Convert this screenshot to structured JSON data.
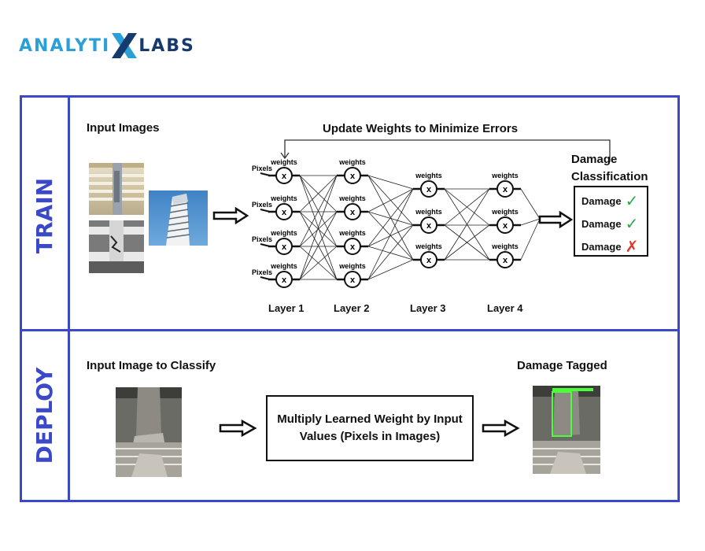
{
  "brand": {
    "part1": "ANALYTI",
    "part2": "LABS"
  },
  "train": {
    "label": "TRAIN",
    "input_label": "Input Images",
    "update_label": "Update Weights to Minimize Errors",
    "classification_title": "Damage Classification",
    "pixels_label": "Pixels",
    "weights_label": "weights",
    "node_symbol": "x",
    "layers": [
      "Layer 1",
      "Layer 2",
      "Layer 3",
      "Layer 4"
    ],
    "outputs": [
      {
        "text": "Damage",
        "mark": "✓",
        "ok": true
      },
      {
        "text": "Damage",
        "mark": "✓",
        "ok": true
      },
      {
        "text": "Damage",
        "mark": "✗",
        "ok": false
      }
    ]
  },
  "deploy": {
    "label": "DEPLOY",
    "input_label": "Input Image to Classify",
    "process_text": "Multiply Learned Weight by Input Values (Pixels in Images)",
    "output_label": "Damage Tagged"
  },
  "colors": {
    "border": "#3b49c9",
    "check": "#2aa84a",
    "cross": "#e0362c",
    "brand_light": "#2a9fd8",
    "brand_dark": "#163a6e",
    "tag_box": "#4cff3a"
  },
  "icons": [
    "arrow-right-icon",
    "check-icon",
    "cross-icon",
    "logo-x-icon"
  ]
}
